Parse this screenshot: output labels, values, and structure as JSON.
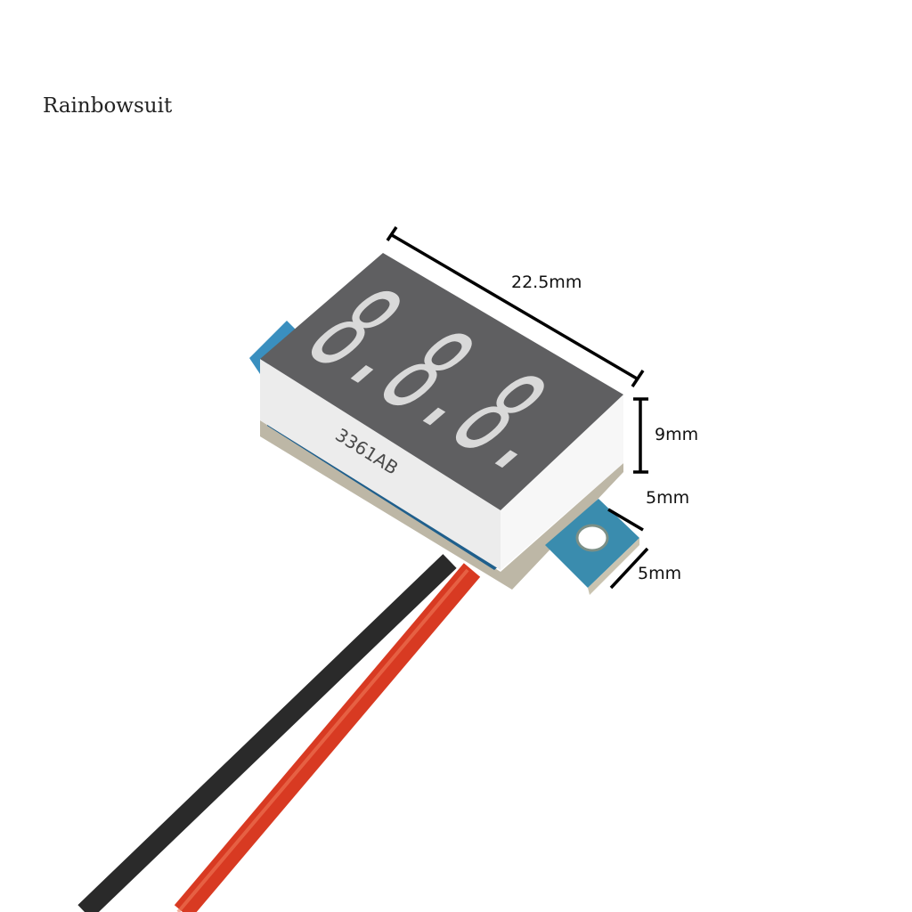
{
  "watermark": "Rainbowsuit",
  "product": {
    "display_marking": "3361AB",
    "display_digits": "8.8.8.",
    "colors": {
      "display_face": "#5f5f61",
      "segments": "#d9d9d9",
      "pcb": "#2e7fb0",
      "wire_red": "#d83a22",
      "wire_black": "#2a2a2a"
    }
  },
  "dimensions": {
    "length": "22.5mm",
    "height": "9mm",
    "tab_width": "5mm",
    "tab_depth": "5mm"
  }
}
